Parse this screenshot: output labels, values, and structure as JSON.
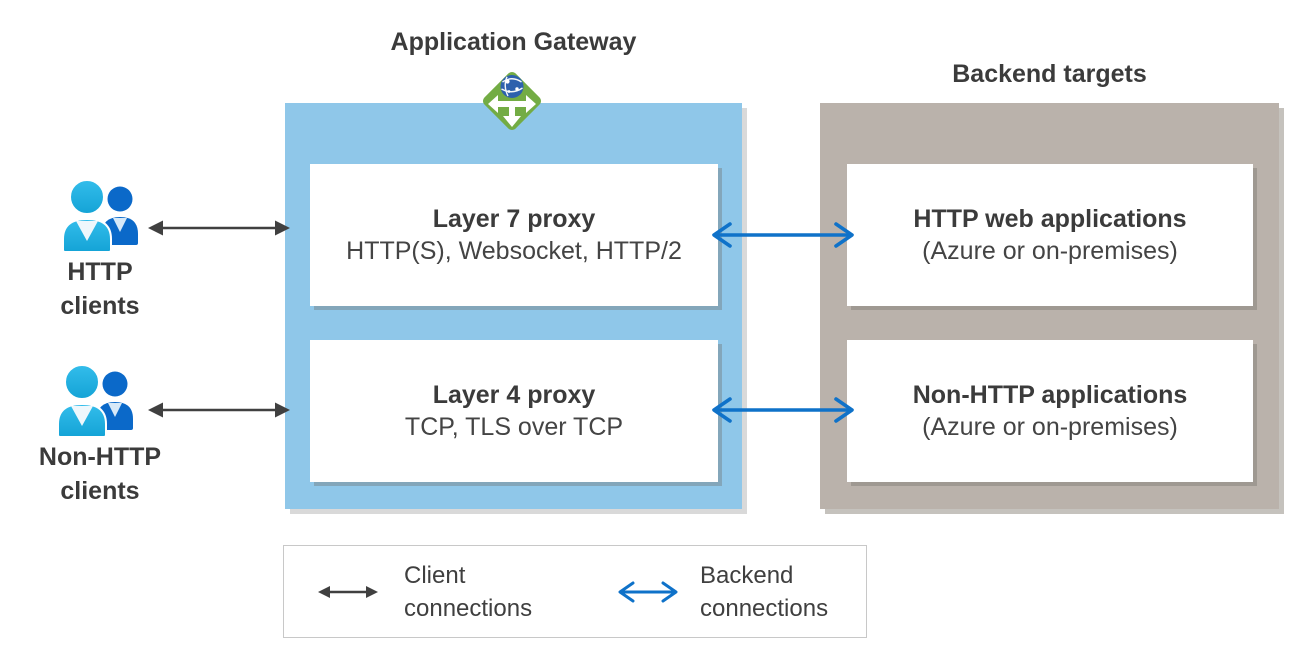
{
  "gateway": {
    "title": "Application Gateway",
    "icon": "application-gateway-icon",
    "layer7": {
      "title": "Layer 7 proxy",
      "subtitle": "HTTP(S), Websocket, HTTP/2"
    },
    "layer4": {
      "title": "Layer 4 proxy",
      "subtitle": "TCP, TLS over TCP"
    }
  },
  "backend": {
    "title": "Backend targets",
    "http_apps": {
      "title": "HTTP web applications",
      "subtitle": "(Azure or on-premises)"
    },
    "non_http_apps": {
      "title": "Non-HTTP applications",
      "subtitle": "(Azure or on-premises)"
    }
  },
  "clients": {
    "http": {
      "line1": "HTTP",
      "line2": "clients"
    },
    "non_http": {
      "line1": "Non-HTTP",
      "line2": "clients"
    }
  },
  "legend": {
    "client": {
      "line1": "Client",
      "line2": "connections"
    },
    "backend": {
      "line1": "Backend",
      "line2": "connections"
    }
  },
  "colors": {
    "gateway_box": "#8fc7e9",
    "backend_box": "#bab2ab",
    "client_arrow": "#404040",
    "backend_arrow": "#0f72c9",
    "icon_green": "#73ac44",
    "globe_blue": "#2d61ad",
    "person_front": "#29b2e6",
    "person_back": "#0b69c9",
    "text": "#3b3b3b"
  }
}
